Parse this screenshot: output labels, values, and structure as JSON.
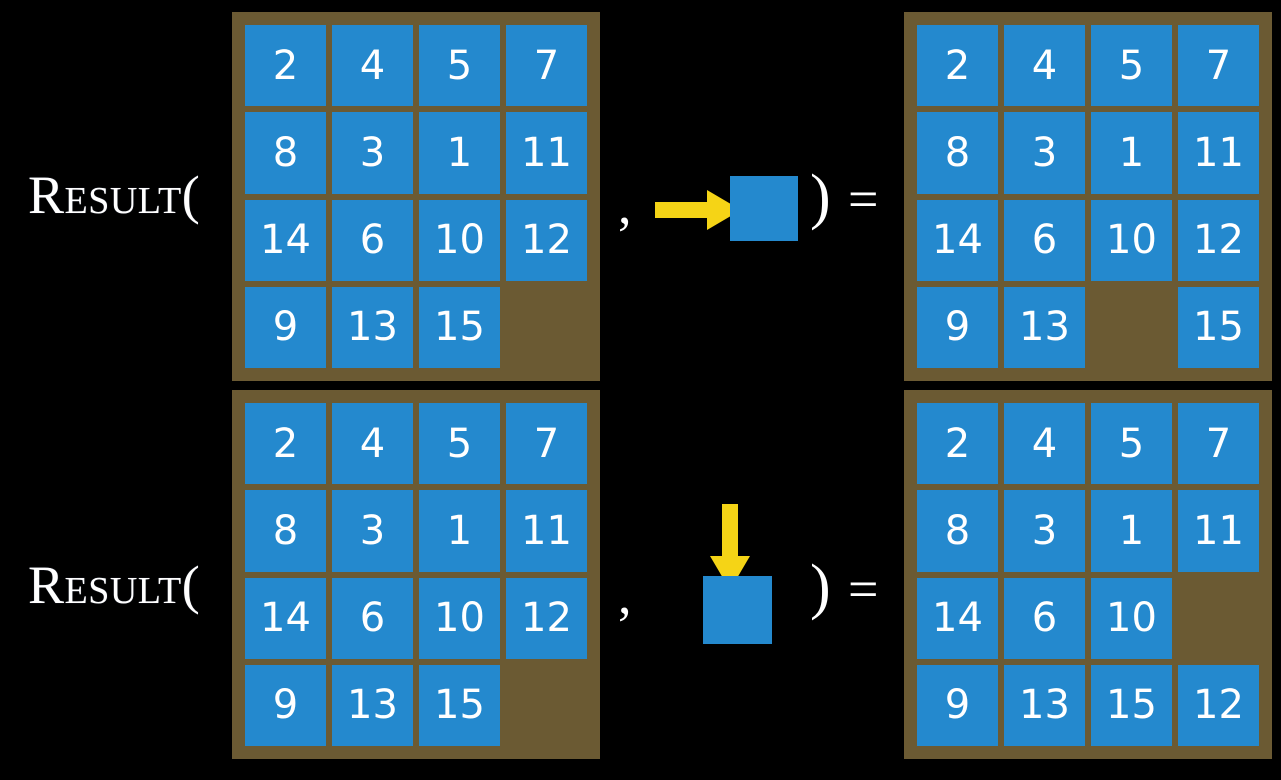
{
  "background_color": "#000000",
  "palette": {
    "board_brown": "#6b5a33",
    "tile_blue": "#2489ce",
    "tile_text": "#ffffff",
    "arrow_yellow": "#f5d416",
    "text_white": "#ffffff"
  },
  "equations": [
    {
      "id": "equation-horizontal-move",
      "label": "Result(",
      "comma": ",",
      "close_paren": ")",
      "equals": "=",
      "move": {
        "direction": "right",
        "arrow_icon": "arrow-right-icon",
        "token_color": "#2489ce"
      },
      "input_board": {
        "name": "input-board-horizontal",
        "rows": [
          [
            "2",
            "4",
            "5",
            "7"
          ],
          [
            "8",
            "3",
            "1",
            "11"
          ],
          [
            "14",
            "6",
            "10",
            "12"
          ],
          [
            "9",
            "13",
            "15",
            ""
          ]
        ]
      },
      "output_board": {
        "name": "output-board-horizontal",
        "rows": [
          [
            "2",
            "4",
            "5",
            "7"
          ],
          [
            "8",
            "3",
            "1",
            "11"
          ],
          [
            "14",
            "6",
            "10",
            "12"
          ],
          [
            "9",
            "13",
            "",
            "15"
          ]
        ]
      }
    },
    {
      "id": "equation-vertical-move",
      "label": "Result(",
      "comma": ",",
      "close_paren": ")",
      "equals": "=",
      "move": {
        "direction": "down",
        "arrow_icon": "arrow-down-icon",
        "token_color": "#2489ce"
      },
      "input_board": {
        "name": "input-board-vertical",
        "rows": [
          [
            "2",
            "4",
            "5",
            "7"
          ],
          [
            "8",
            "3",
            "1",
            "11"
          ],
          [
            "14",
            "6",
            "10",
            "12"
          ],
          [
            "9",
            "13",
            "15",
            ""
          ]
        ]
      },
      "output_board": {
        "name": "output-board-vertical",
        "rows": [
          [
            "2",
            "4",
            "5",
            "7"
          ],
          [
            "8",
            "3",
            "1",
            "11"
          ],
          [
            "14",
            "6",
            "10",
            ""
          ],
          [
            "9",
            "13",
            "15",
            "12"
          ]
        ]
      }
    }
  ]
}
